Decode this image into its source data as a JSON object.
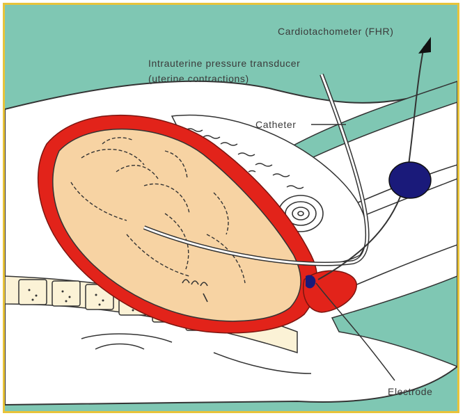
{
  "colors": {
    "frame_border": "#e8c33a",
    "teal_background": "#7fc7b3",
    "uterus_wall": "#e2231a",
    "fetus_skin": "#f7d3a3",
    "transducer_disc": "#1a1a7a",
    "line": "#333333"
  },
  "labels": {
    "cardiotachometer": "Cardiotachometer (FHR)",
    "iupt_line1": "Intrauterine pressure transducer",
    "iupt_line2": "(uterine contractions)",
    "catheter": "Catheter",
    "electrode": "Electrode"
  }
}
